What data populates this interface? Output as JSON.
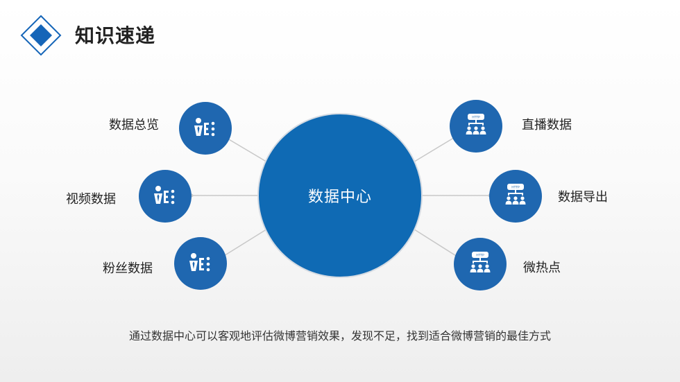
{
  "title": "知识速递",
  "center": {
    "label": "数据中心"
  },
  "left_nodes": [
    {
      "label": "数据总览",
      "icon": "user-list-icon"
    },
    {
      "label": "视频数据",
      "icon": "user-list-icon"
    },
    {
      "label": "粉丝数据",
      "icon": "user-list-icon"
    }
  ],
  "right_nodes": [
    {
      "label": "直播数据",
      "icon": "http-network-icon",
      "badge": "HTTP"
    },
    {
      "label": "数据导出",
      "icon": "http-network-icon",
      "badge": "HTTP"
    },
    {
      "label": "微热点",
      "icon": "http-network-icon",
      "badge": "HTTP"
    }
  ],
  "footer": "通过数据中心可以客观地评估微博营销效果，发现不足，找到适合微博营销的最佳方式",
  "colors": {
    "center_fill": "#0f6ab4",
    "node_fill": "#1f67b0",
    "connector": "#c8c8c8"
  }
}
